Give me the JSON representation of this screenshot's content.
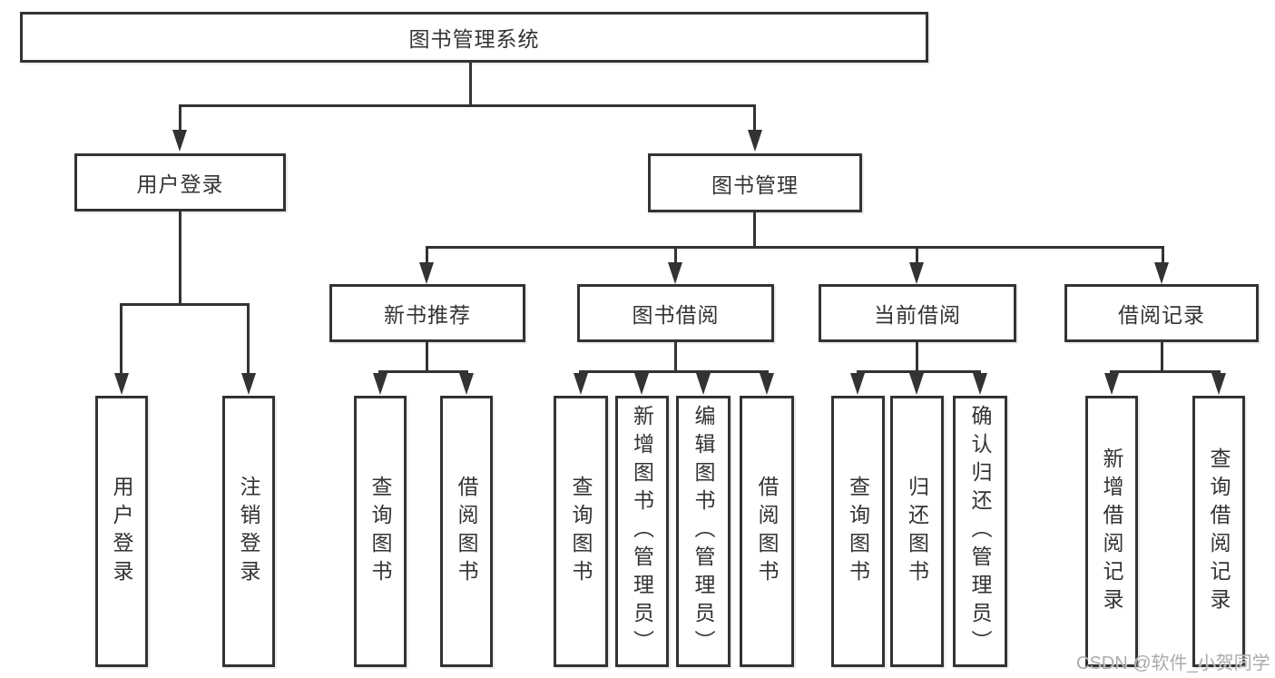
{
  "tree": {
    "root": {
      "label": "图书管理系统",
      "children": [
        {
          "label": "用户登录",
          "children": [
            {
              "label": "用户登录"
            },
            {
              "label": "注销登录"
            }
          ]
        },
        {
          "label": "图书管理",
          "children": [
            {
              "label": "新书推荐",
              "children": [
                {
                  "label": "查询图书"
                },
                {
                  "label": "借阅图书"
                }
              ]
            },
            {
              "label": "图书借阅",
              "children": [
                {
                  "label": "查询图书"
                },
                {
                  "label": "新增图书（管理员）"
                },
                {
                  "label": "编辑图书（管理员）"
                },
                {
                  "label": "借阅图书"
                }
              ]
            },
            {
              "label": "当前借阅",
              "children": [
                {
                  "label": "查询图书"
                },
                {
                  "label": "归还图书"
                },
                {
                  "label": "确认归还（管理员）"
                }
              ]
            },
            {
              "label": "借阅记录",
              "children": [
                {
                  "label": "新增借阅记录"
                },
                {
                  "label": "查询借阅记录"
                }
              ]
            }
          ]
        }
      ]
    }
  },
  "watermark": {
    "text": "CSDN @软件_小贺同学",
    "color": "#ababab"
  },
  "colors": {
    "line": "#333333",
    "box_border": "#333333",
    "text": "#333333",
    "background": "#ffffff"
  }
}
